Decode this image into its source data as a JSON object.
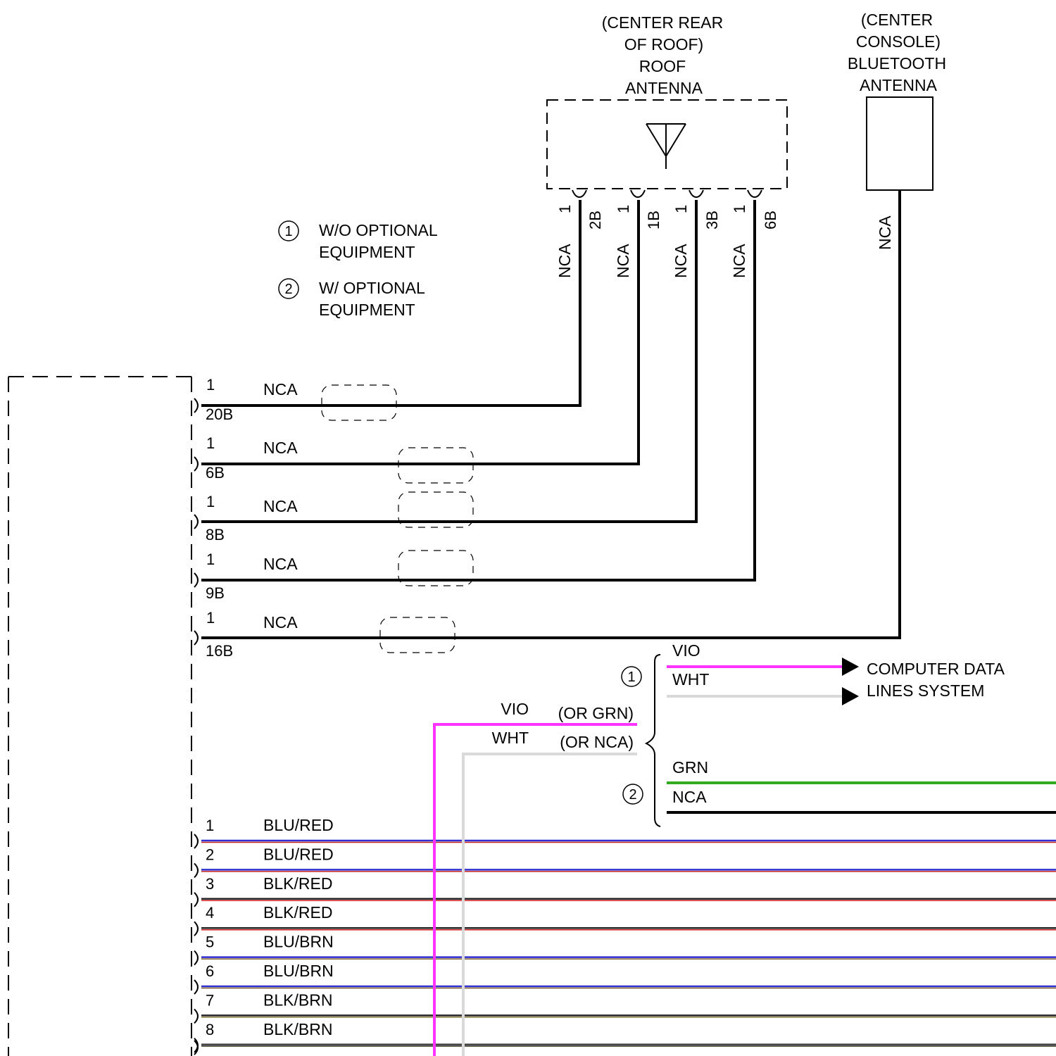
{
  "components": {
    "roof_antenna": {
      "line1": "(CENTER REAR",
      "line2": "OF ROOF)",
      "line3": "ROOF",
      "line4": "ANTENNA"
    },
    "bt_antenna": {
      "line1": "(CENTER",
      "line2": "CONSOLE)",
      "line3": "BLUETOOTH",
      "line4": "ANTENNA"
    }
  },
  "legend": [
    {
      "num": "1",
      "line1": "W/O OPTIONAL",
      "line2": "EQUIPMENT"
    },
    {
      "num": "2",
      "line1": "W/ OPTIONAL",
      "line2": "EQUIPMENT"
    }
  ],
  "antenna_pins": [
    {
      "pin": "1",
      "cav": "2B",
      "wire": "NCA"
    },
    {
      "pin": "1",
      "cav": "1B",
      "wire": "NCA"
    },
    {
      "pin": "1",
      "cav": "3B",
      "wire": "NCA"
    },
    {
      "pin": "1",
      "cav": "6B",
      "wire": "NCA"
    }
  ],
  "bt_wire": "NCA",
  "coax": [
    {
      "pin": "1",
      "cav": "20B",
      "wire": "NCA"
    },
    {
      "pin": "1",
      "cav": "6B",
      "wire": "NCA"
    },
    {
      "pin": "1",
      "cav": "8B",
      "wire": "NCA"
    },
    {
      "pin": "1",
      "cav": "9B",
      "wire": "NCA"
    },
    {
      "pin": "1",
      "cav": "16B",
      "wire": "NCA"
    }
  ],
  "data_lines": {
    "opt1_num": "1",
    "opt2_num": "2",
    "vio": "VIO",
    "wht": "WHT",
    "grn": "GRN",
    "nca": "NCA",
    "left_vio": "VIO",
    "left_wht": "WHT",
    "or_grn": "(OR GRN)",
    "or_nca": "(OR NCA)",
    "dest1": "COMPUTER DATA",
    "dest2": "LINES SYSTEM"
  },
  "wires": [
    {
      "pin": "1",
      "color": "BLU/RED",
      "c1": "#2f2fd0",
      "c2": "#c02020"
    },
    {
      "pin": "2",
      "color": "BLU/RED",
      "c1": "#2f2fd0",
      "c2": "#c02020"
    },
    {
      "pin": "3",
      "color": "BLK/RED",
      "c1": "#222222",
      "c2": "#d02020"
    },
    {
      "pin": "4",
      "color": "BLK/RED",
      "c1": "#222222",
      "c2": "#d02020"
    },
    {
      "pin": "5",
      "color": "BLU/BRN",
      "c1": "#2f2fd0",
      "c2": "#7a5a2a"
    },
    {
      "pin": "6",
      "color": "BLU/BRN",
      "c1": "#2f2fd0",
      "c2": "#7a5a2a"
    },
    {
      "pin": "7",
      "color": "BLK/BRN",
      "c1": "#222222",
      "c2": "#8a7a3a"
    },
    {
      "pin": "8",
      "color": "BLK/BRN",
      "c1": "#222222",
      "c2": "#8a7a3a"
    }
  ],
  "colors": {
    "vio": "#ff33ff",
    "wht": "#d9d9d9",
    "grn": "#33aa22",
    "black": "#000000"
  }
}
